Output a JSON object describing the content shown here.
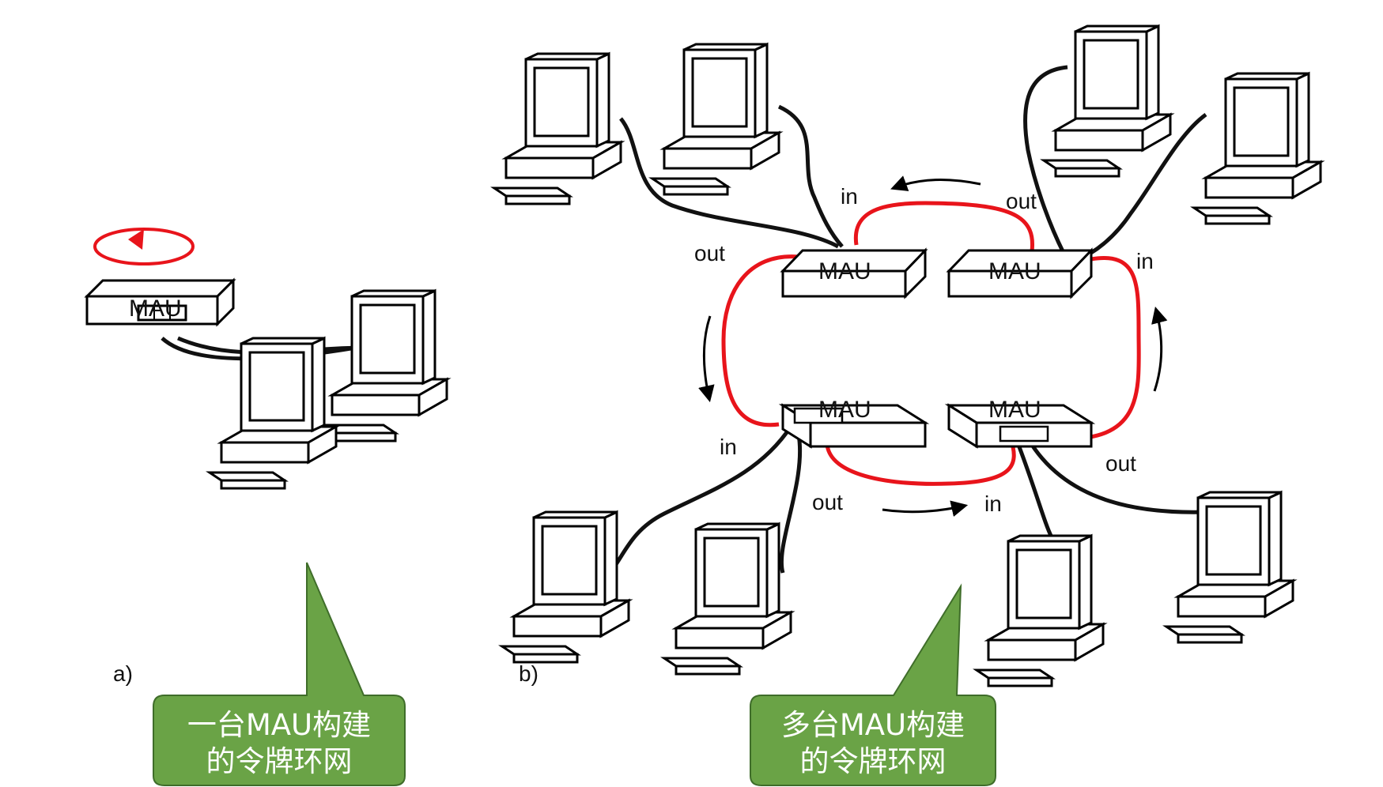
{
  "diagram": {
    "panel_a": {
      "label": "a)",
      "mau_label": "MAU",
      "callout": {
        "line1": "一台MAU构建",
        "line2": "的令牌环网"
      }
    },
    "panel_b": {
      "label": "b)",
      "mau_label": "MAU",
      "port_labels": {
        "in": "in",
        "out": "out"
      },
      "callout": {
        "line1": "多台MAU构建",
        "line2": "的令牌环网"
      }
    },
    "colors": {
      "ring": "#e8141b",
      "cable": "#111111",
      "callout_fill": "#6aa346",
      "callout_stroke": "#3f6d2a"
    },
    "icons": [
      "computer-icon",
      "mau-hub-icon",
      "ring-direction-arrow-icon"
    ]
  }
}
